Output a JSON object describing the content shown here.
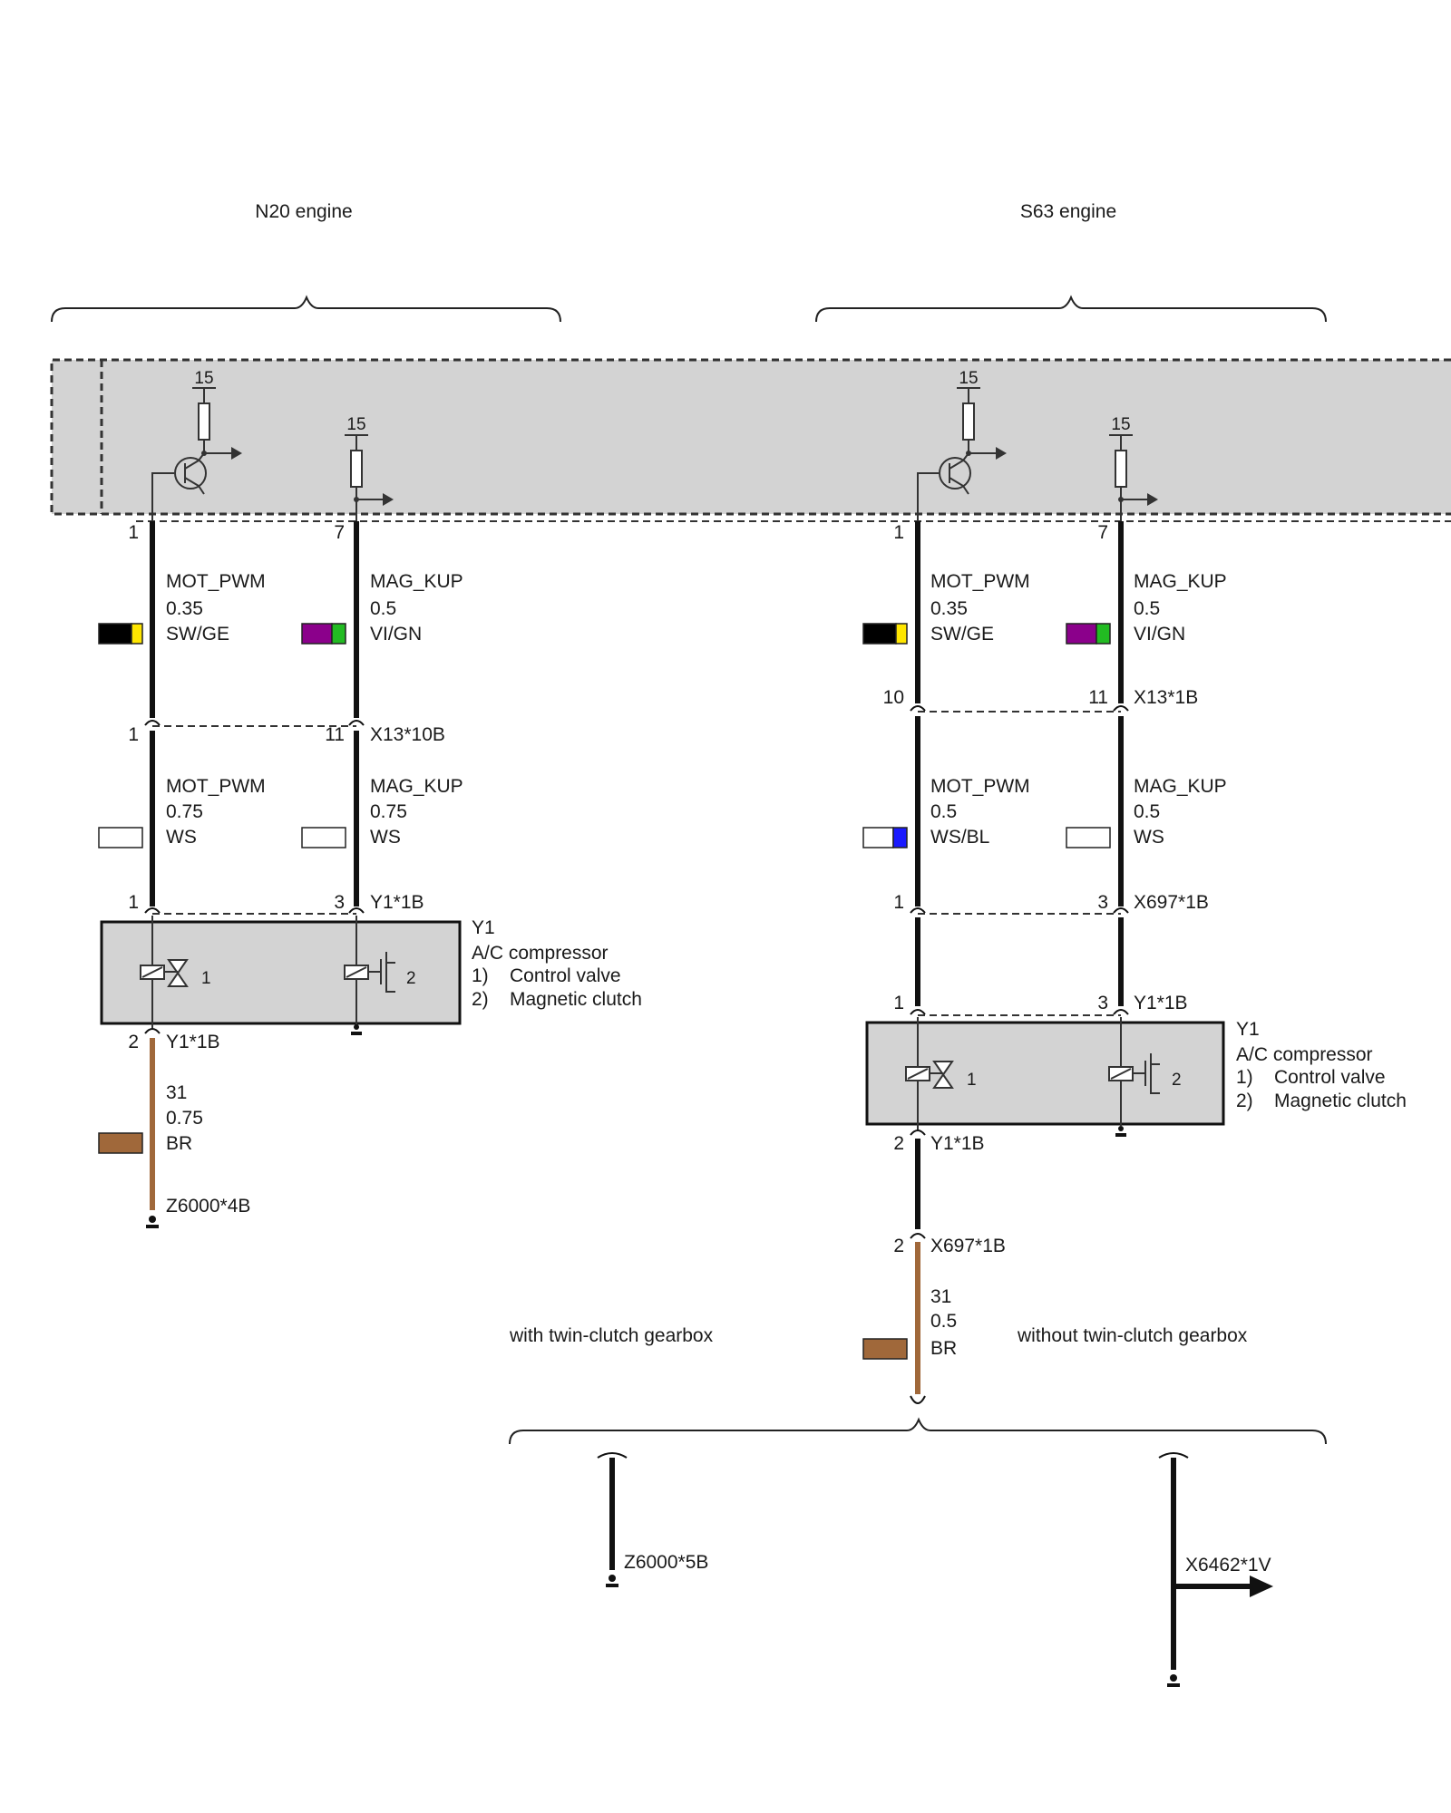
{
  "sections": {
    "n20_title": "N20 engine",
    "s63_title": "S63 engine",
    "twin_clutch": "with twin-clutch gearbox",
    "no_twin_clutch": "without twin-clutch gearbox"
  },
  "control_unit": {
    "supply_label": "15"
  },
  "n20": {
    "pin_mot": "1",
    "pin_mag": "7",
    "wire1_mot": {
      "name": "MOT_PWM",
      "size": "0.35",
      "color": "SW/GE",
      "swatch": [
        "#000000",
        "#ffe600"
      ]
    },
    "wire1_mag": {
      "name": "MAG_KUP",
      "size": "0.5",
      "color": "VI/GN",
      "swatch": [
        "#8b008b",
        "#22bb22"
      ]
    },
    "conn1": {
      "pin_left": "1",
      "pin_right": "11",
      "name": "X13*10B"
    },
    "wire2_mot": {
      "name": "MOT_PWM",
      "size": "0.75",
      "color": "WS",
      "swatch": [
        "#ffffff",
        "#ffffff"
      ]
    },
    "wire2_mag": {
      "name": "MAG_KUP",
      "size": "0.75",
      "color": "WS",
      "swatch": [
        "#ffffff",
        "#ffffff"
      ]
    },
    "conn2": {
      "pin_left": "1",
      "pin_right": "3",
      "name": "Y1*1B"
    },
    "component": {
      "id": "Y1",
      "name": "A/C compressor",
      "item1_num": "1)",
      "item1": "Control valve",
      "item2_num": "2)",
      "item2": "Magnetic clutch",
      "mark1": "1",
      "mark2": "2"
    },
    "out_conn": {
      "pin": "2",
      "name": "Y1*1B"
    },
    "ground_wire": {
      "name": "31",
      "size": "0.75",
      "color": "BR",
      "swatch": [
        "#a0683a",
        "#a0683a"
      ]
    },
    "ground": "Z6000*4B"
  },
  "s63": {
    "pin_mot": "1",
    "pin_mag": "7",
    "wire1_mot": {
      "name": "MOT_PWM",
      "size": "0.35",
      "color": "SW/GE",
      "swatch": [
        "#000000",
        "#ffe600"
      ]
    },
    "wire1_mag": {
      "name": "MAG_KUP",
      "size": "0.5",
      "color": "VI/GN",
      "swatch": [
        "#8b008b",
        "#22bb22"
      ]
    },
    "conn1": {
      "pin_left": "10",
      "pin_right": "11",
      "name": "X13*1B"
    },
    "wire2_mot": {
      "name": "MOT_PWM",
      "size": "0.5",
      "color": "WS/BL",
      "swatch": [
        "#ffffff",
        "#1a1aff"
      ]
    },
    "wire2_mag": {
      "name": "MAG_KUP",
      "size": "0.5",
      "color": "WS",
      "swatch": [
        "#ffffff",
        "#ffffff"
      ]
    },
    "conn2": {
      "pin_left": "1",
      "pin_right": "3",
      "name": "X697*1B"
    },
    "conn3": {
      "pin_left": "1",
      "pin_right": "3",
      "name": "Y1*1B"
    },
    "component": {
      "id": "Y1",
      "name": "A/C compressor",
      "item1_num": "1)",
      "item1": "Control valve",
      "item2_num": "2)",
      "item2": "Magnetic clutch",
      "mark1": "1",
      "mark2": "2"
    },
    "out_conn": {
      "pin": "2",
      "name": "Y1*1B"
    },
    "conn4": {
      "pin": "2",
      "name": "X697*1B"
    },
    "ground_wire": {
      "name": "31",
      "size": "0.5",
      "color": "BR",
      "swatch": [
        "#a0683a",
        "#a0683a"
      ]
    },
    "ground_twin": "Z6000*5B",
    "ground_no_twin": "X6462*1V"
  }
}
